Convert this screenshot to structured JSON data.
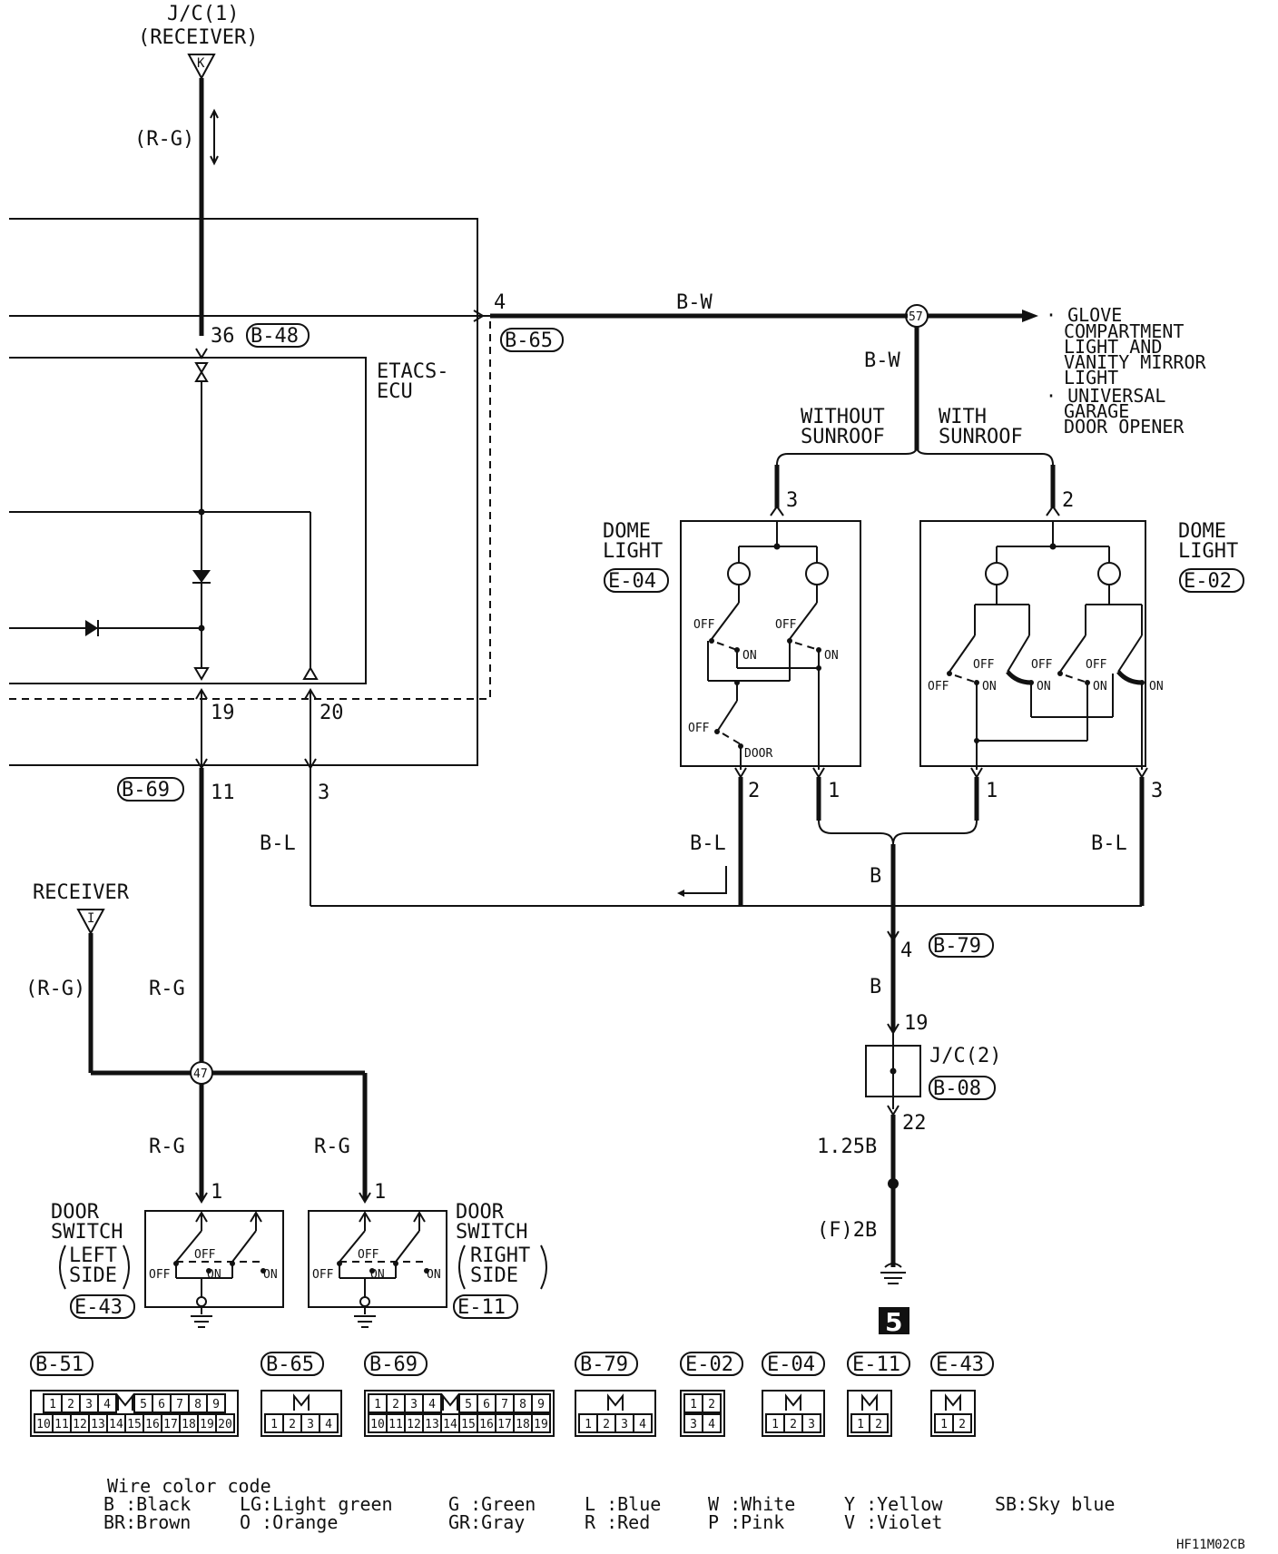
{
  "labels": {
    "jc1": "J/C(1)",
    "jc1_sub": "(RECEIVER)",
    "pin_k": "K",
    "rg_paren_top": "(R-G)",
    "pin4": "4",
    "bw_top": "B-W",
    "conn57": "57",
    "pin36": "36",
    "b48": "B-48",
    "b65": "B-65",
    "etacs1": "ETACS-",
    "etacs2": "ECU",
    "bw_mid": "B-W",
    "glove1": "· GLOVE",
    "glove2": "COMPARTMENT",
    "glove3": "LIGHT AND",
    "glove4": "VANITY MIRROR",
    "glove5": "LIGHT",
    "ugdo1": "· UNIVERSAL",
    "ugdo2": "GARAGE",
    "ugdo3": "DOOR OPENER",
    "without1": "WITHOUT",
    "without2": "SUNROOF",
    "with1": "WITH",
    "with2": "SUNROOF",
    "pin3_left": "3",
    "pin2_right": "2",
    "dome_l1": "DOME",
    "dome_l2": "LIGHT",
    "e04": "E-04",
    "dome_r1": "DOME",
    "dome_r2": "LIGHT",
    "e02": "E-02",
    "off": "OFF",
    "on": "ON",
    "door": "DOOR",
    "pin19": "19",
    "pin20": "20",
    "b69": "B-69",
    "pin11": "11",
    "pin3": "3",
    "e04_pin2": "2",
    "e04_pin1": "1",
    "e02_pin1": "1",
    "e02_pin3": "3",
    "bl_left": "B-L",
    "bl_mid": "B-L",
    "bl_right": "B-L",
    "b_mid": "B",
    "receiver": "RECEIVER",
    "pin_i": "I",
    "rg_paren_left": "(R-G)",
    "rg1": "R-G",
    "conn47": "47",
    "rg2": "R-G",
    "rg3": "R-G",
    "pin4_b79": "4",
    "b79": "B-79",
    "b_lower": "B",
    "pin19_jc2": "19",
    "jc2": "J/C(2)",
    "b08": "B-08",
    "pin22": "22",
    "w125b": "1.25B",
    "f2b": "(F)2B",
    "ground5": "5",
    "ds_left1": "DOOR",
    "ds_left2": "SWITCH",
    "ds_left3": "LEFT",
    "ds_left4": "SIDE",
    "e43": "E-43",
    "ds_right1": "DOOR",
    "ds_right2": "SWITCH",
    "ds_right3": "RIGHT",
    "ds_right4": "SIDE",
    "e11": "E-11",
    "pin1_l": "1",
    "pin1_r": "1"
  },
  "connectors": [
    {
      "id": "B-51",
      "top": [
        "1",
        "2",
        "3",
        "4",
        "M",
        "5",
        "6",
        "7",
        "8",
        "9"
      ],
      "bottom": [
        "10",
        "11",
        "12",
        "13",
        "14",
        "15",
        "16",
        "17",
        "18",
        "19",
        "20"
      ]
    },
    {
      "id": "B-65",
      "top": [
        "M"
      ],
      "bottom": [
        "1",
        "2",
        "3",
        "4"
      ]
    },
    {
      "id": "B-69",
      "top": [
        "1",
        "2",
        "3",
        "4",
        "M",
        "5",
        "6",
        "7",
        "8",
        "9"
      ],
      "bottom": [
        "10",
        "11",
        "12",
        "13",
        "14",
        "15",
        "16",
        "17",
        "18",
        "19"
      ]
    },
    {
      "id": "B-79",
      "top": [
        "M"
      ],
      "bottom": [
        "1",
        "2",
        "3",
        "4"
      ]
    },
    {
      "id": "E-02",
      "top": [
        "1",
        "2"
      ],
      "bottom": [
        "3",
        "4"
      ]
    },
    {
      "id": "E-04",
      "top": [
        "M"
      ],
      "bottom": [
        "1",
        "2",
        "3"
      ]
    },
    {
      "id": "E-11",
      "top": [
        "M"
      ],
      "bottom": [
        "1",
        "2"
      ]
    },
    {
      "id": "E-43",
      "top": [
        "M"
      ],
      "bottom": [
        "1",
        "2"
      ]
    }
  ],
  "legend": {
    "title": "Wire color code",
    "row1": [
      "B :Black",
      "LG:Light green",
      "G :Green",
      "L :Blue",
      "W :White",
      "Y :Yellow",
      "SB:Sky blue"
    ],
    "row2": [
      "BR:Brown",
      "O :Orange",
      "GR:Gray",
      "R :Red",
      "P :Pink",
      "V :Violet"
    ]
  },
  "figure_code": "HF11M02CB"
}
